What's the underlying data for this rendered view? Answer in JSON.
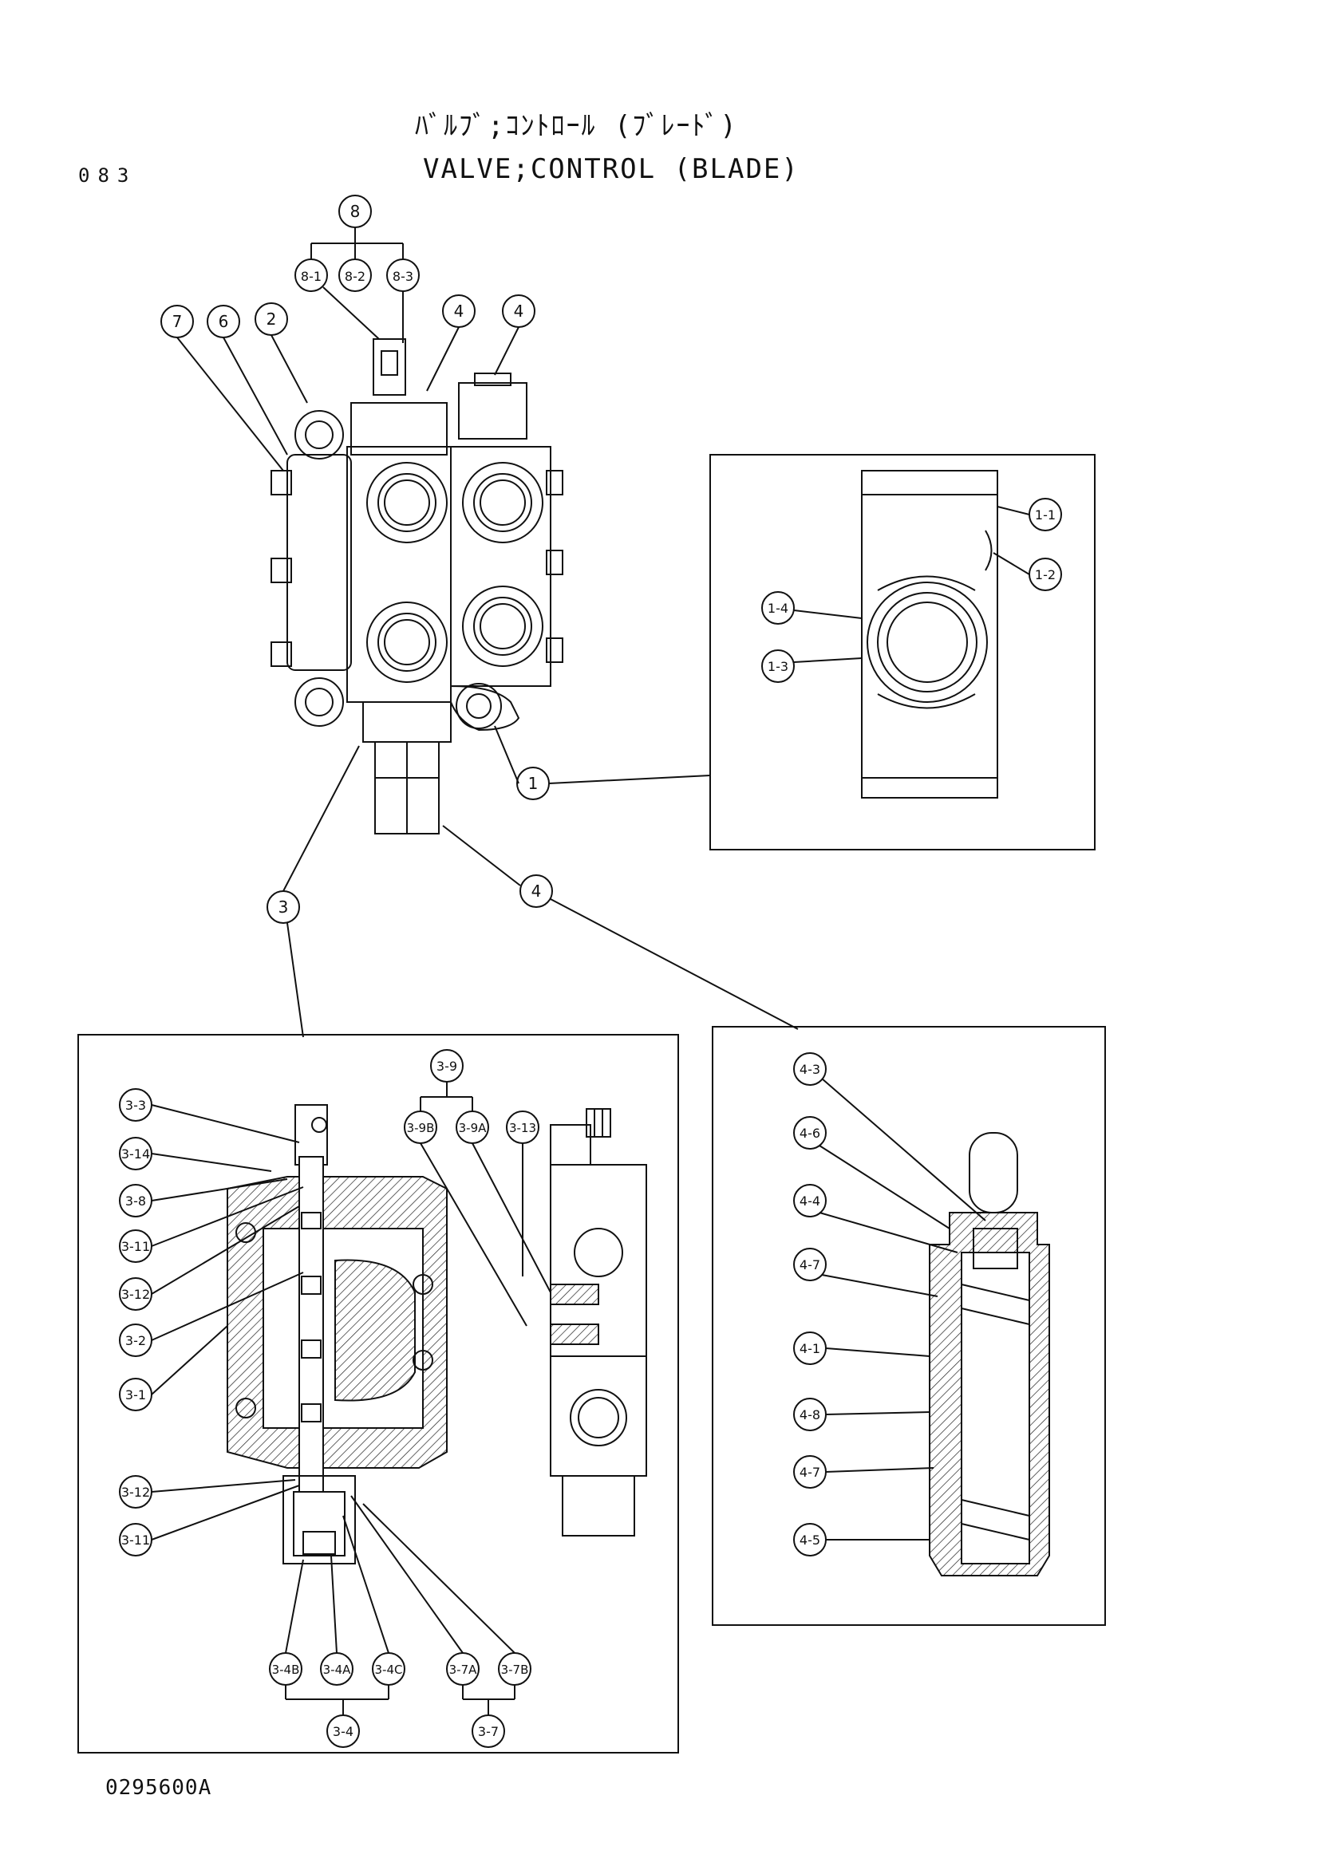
{
  "title_jp": "ﾊﾞﾙﾌﾞ;ｺﾝﾄﾛｰﾙ (ﾌﾞﾚｰﾄﾞ)",
  "title_en": "VALVE;CONTROL (BLADE)",
  "page_code": "083",
  "drawing_code": "0295600A",
  "callouts": {
    "c8": "8",
    "c8_1": "8-1",
    "c8_2": "8-2",
    "c8_3": "8-3",
    "c7": "7",
    "c6": "6",
    "c2": "2",
    "c4a": "4",
    "c4b": "4",
    "c1": "1",
    "c3": "3",
    "c4c": "4",
    "c1_1": "1-1",
    "c1_2": "1-2",
    "c1_3": "1-3",
    "c1_4": "1-4",
    "c3_1": "3-1",
    "c3_2": "3-2",
    "c3_3": "3-3",
    "c3_4": "3-4",
    "c3_4A": "3-4A",
    "c3_4B": "3-4B",
    "c3_4C": "3-4C",
    "c3_7": "3-7",
    "c3_7A": "3-7A",
    "c3_7B": "3-7B",
    "c3_8": "3-8",
    "c3_9": "3-9",
    "c3_9A": "3-9A",
    "c3_9B": "3-9B",
    "c3_11a": "3-11",
    "c3_11b": "3-11",
    "c3_12a": "3-12",
    "c3_12b": "3-12",
    "c3_13": "3-13",
    "c3_14": "3-14",
    "c4_1": "4-1",
    "c4_3": "4-3",
    "c4_4": "4-4",
    "c4_5": "4-5",
    "c4_6": "4-6",
    "c4_7a": "4-7",
    "c4_7b": "4-7",
    "c4_8": "4-8"
  }
}
